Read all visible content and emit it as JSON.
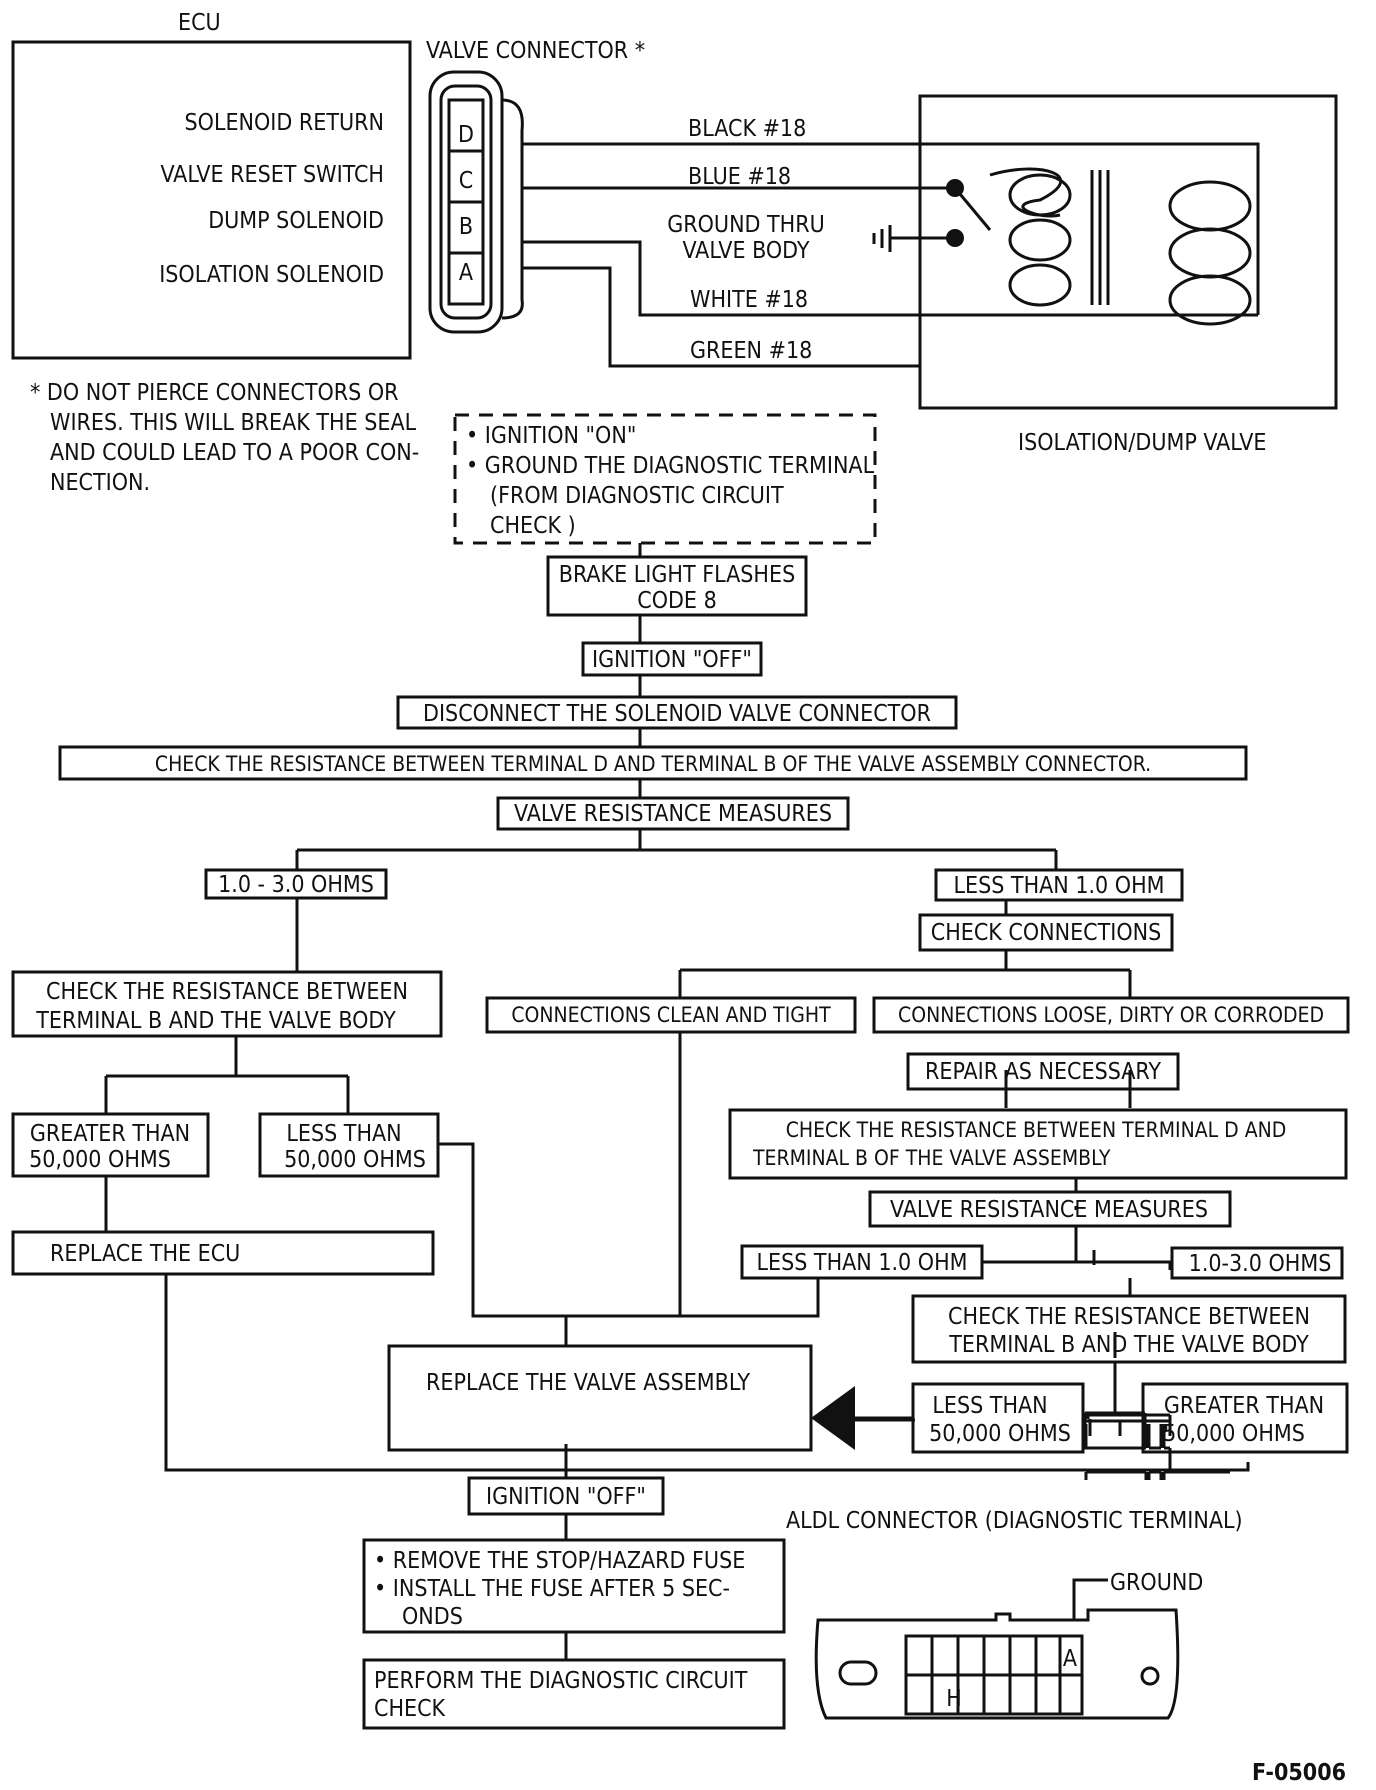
{
  "ecu": {
    "title": "ECU",
    "pins": [
      "SOLENOID RETURN",
      "VALVE RESET SWITCH",
      "DUMP SOLENOID",
      "ISOLATION SOLENOID"
    ]
  },
  "connector": {
    "title": "VALVE CONNECTOR *",
    "terminals": [
      "D",
      "C",
      "B",
      "A"
    ]
  },
  "wires": {
    "black": "BLACK #18",
    "blue": "BLUE #18",
    "ground_1": "GROUND THRU",
    "ground_2": "VALVE BODY",
    "white": "WHITE #18",
    "green": "GREEN #18"
  },
  "valve": {
    "label": "ISOLATION/DUMP VALVE"
  },
  "note": {
    "lines": [
      "*  DO  NOT  PIERCE  CONNECTORS  OR",
      "WIRES.  THIS WILL  BREAK THE SEAL",
      "AND  COULD  LEAD  TO  A  POOR  CON-",
      "NECTION."
    ]
  },
  "precondition": {
    "lines": [
      "•  IGNITION  \"ON\"",
      "•  GROUND THE DIAGNOSTIC TERMINAL",
      "(FROM   DIAGNOSTIC   CIRCUIT",
      "CHECK )"
    ]
  },
  "flow": {
    "brake_light_1": "BRAKE LIGHT FLASHES",
    "brake_light_2": "CODE 8",
    "ignition_off": "IGNITION \"OFF\"",
    "disconnect": "DISCONNECT  THE  SOLENOID  VALVE CONNECTOR",
    "check_d_b": "CHECK  THE  RESISTANCE  BETWEEN  TERMINAL  D  AND  TERMINAL  B  OF  THE  VALVE  ASSEMBLY  CONNECTOR.",
    "valve_measures": "VALVE RESISTANCE MEASURES",
    "range_1_3": "1.0 - 3.0 OHMS",
    "less_than_1": "LESS THAN 1.0 OHM",
    "check_connections": "CHECK CONNECTIONS",
    "check_b_body_1": "CHECK  THE  RESISTANCE  BETWEEN",
    "check_b_body_2": "TERMINAL  B  AND  THE  VALVE  BODY",
    "clean_tight": "CONNECTIONS  CLEAN  AND  TIGHT",
    "loose_dirty": "CONNECTIONS  LOOSE,  DIRTY  OR  CORRODED",
    "repair": "REPAIR  AS  NECESSARY",
    "greater_50k_1": "GREATER THAN",
    "greater_50k_2": "50,000 OHMS",
    "less_50k_1": "LESS  THAN",
    "less_50k_2": "50,000 OHMS",
    "check_d_b2_1": "CHECK   THE   RESISTANCE   BETWEEN TERMINAL D AND",
    "check_d_b2_2": "TERMINAL B OF THE VALVE ASSEMBLY",
    "valve_measures_2": "VALVE RESISTANCE MEASURES",
    "replace_ecu": "REPLACE THE ECU",
    "less_than_1_b": "LESS THAN 1.0 OHM",
    "range_1_3_b": "1.0-3.0 OHMS",
    "check_b_body_r1": "CHECK  THE  RESISTANCE  BETWEEN",
    "check_b_body_r2": "TERMINAL  B  AND  THE  VALVE  BODY",
    "replace_valve": "REPLACE THE VALVE ASSEMBLY",
    "less_50k_r1": "LESS THAN",
    "less_50k_r2": "50,000 OHMS",
    "greater_50k_r1": "GREATER THAN",
    "greater_50k_r2": "50,000 OHMS",
    "ignition_off_2": "IGNITION \"OFF\"",
    "remove_fuse_1": "•  REMOVE  THE  STOP/HAZARD  FUSE",
    "remove_fuse_2": "•  INSTALL  THE  FUSE  AFTER  5  SEC-",
    "remove_fuse_3": "ONDS",
    "perform_1": "PERFORM  THE  DIAGNOSTIC  CIRCUIT",
    "perform_2": "CHECK"
  },
  "aldl": {
    "title": "ALDL CONNECTOR (DIAGNOSTIC TERMINAL)",
    "ground": "GROUND",
    "pin_a": "A",
    "pin_h": "H"
  },
  "figure_id": "F-05006"
}
